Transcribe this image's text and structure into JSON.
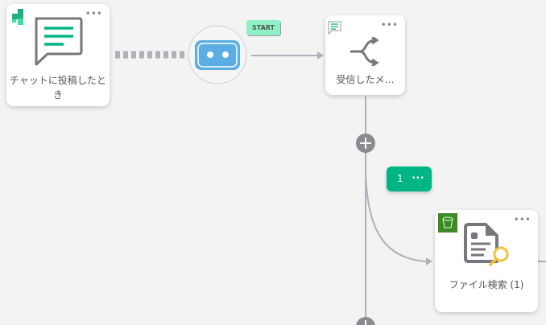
{
  "nodes": {
    "trigger": {
      "label": "チャットに投稿したとき",
      "more": "•••"
    },
    "start": {
      "tag": "START"
    },
    "branch": {
      "label": "受信したメ…",
      "more": "•••"
    },
    "file_search": {
      "label": "ファイル検索 (1)",
      "more": "•••"
    }
  },
  "branch_badge": {
    "number": "1",
    "more": "•••"
  },
  "colors": {
    "accent": "#00b584",
    "start_blue": "#5aaee3",
    "start_tag": "#8ff0c6",
    "connector": "#b0b0b8"
  }
}
